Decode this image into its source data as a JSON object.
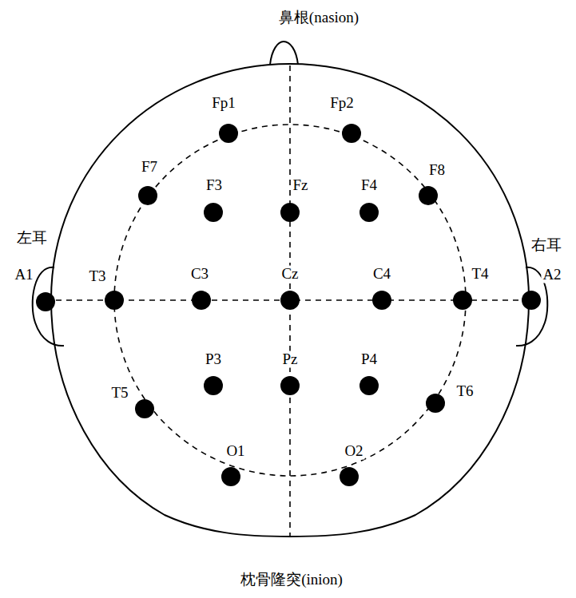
{
  "diagram": {
    "labels": [
      "鼻根(nasion)",
      "Fp1",
      "Fp2",
      "F7",
      "F3",
      "Fz",
      "F4",
      "F8",
      "左耳",
      "右耳",
      "A1",
      "T3",
      "C3",
      "Cz",
      "C4",
      "T4",
      "A2",
      "P3",
      "Pz",
      "P4",
      "T5",
      "T6",
      "O1",
      "O2",
      "枕骨隆突(inion)"
    ]
  }
}
